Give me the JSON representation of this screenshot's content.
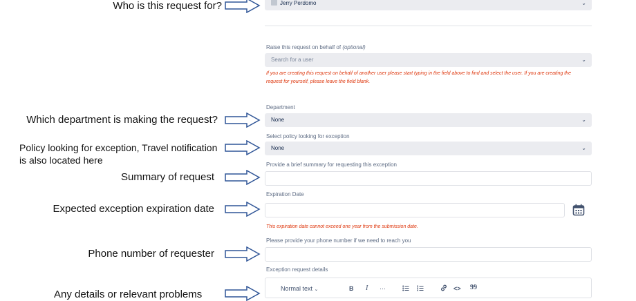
{
  "annotations": {
    "who": "Who is this request for?",
    "department": "Which department is making the request?",
    "policy_line1": "Policy looking for exception, Travel notification",
    "policy_line2": "is also located here",
    "summary": "Summary of request",
    "expiration": "Expected exception expiration date",
    "phone": "Phone number of requester",
    "details": "Any details or relevant problems"
  },
  "form": {
    "requester": {
      "value": "Jerry Perdomo",
      "icon": "user-avatar-icon"
    },
    "on_behalf": {
      "label": "Raise this request on behalf of",
      "optional": "(optional)",
      "placeholder": "Search for a user",
      "help_line1": "If you are creating this request on behalf of another user please start typing in the field above to find and select the user. If you are creating the",
      "help_line2": "request for yourself, please leave the field blank."
    },
    "department": {
      "label": "Department",
      "value": "None"
    },
    "policy": {
      "label": "Select policy looking for exception",
      "value": "None"
    },
    "summary": {
      "label": "Provide a brief summary for requesting this exception",
      "value": ""
    },
    "expiration": {
      "label": "Expiration Date",
      "value": "",
      "help": "This expiration date cannot exceed one year from the submission date.",
      "icon": "calendar-icon"
    },
    "phone": {
      "label": "Please provide your phone number if we need to reach you",
      "value": ""
    },
    "details": {
      "label": "Exception request details",
      "toolbar": {
        "text_style": "Normal text",
        "bold": "B",
        "italic": "I",
        "more": "···",
        "bullet_icon": "bullet-list-icon",
        "numbered_icon": "numbered-list-icon",
        "link_icon": "link-icon",
        "code": "<>",
        "quote": "99"
      }
    }
  },
  "colors": {
    "error": "#de350b",
    "field_bg": "#ebecf0",
    "border": "#dfe1e6",
    "arrow": "#2f5597"
  }
}
